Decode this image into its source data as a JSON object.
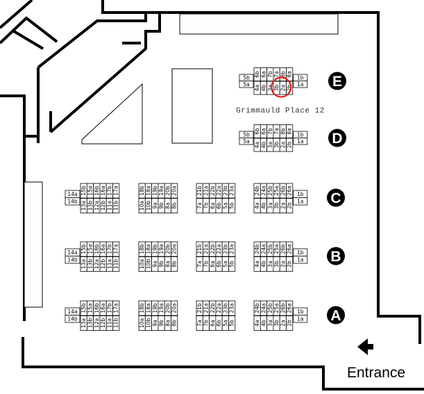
{
  "venue_note": "Grimmauld Place 12",
  "entrance_label": "Entrance",
  "entrance_arrow_icon": "arrow-left-icon",
  "highlighted_seat": {
    "row": "E",
    "seat": "2a"
  },
  "highlight_color": "#e32119",
  "rows": [
    {
      "name": "E",
      "blocks": [
        [
          "5a",
          "4a",
          "3a",
          "2a",
          "1a"
        ]
      ]
    },
    {
      "name": "D",
      "blocks": [
        [
          "5a",
          "4a",
          "3a",
          "2a",
          "1a"
        ]
      ]
    },
    {
      "name": "C",
      "blocks": []
    },
    {
      "name": "B",
      "blocks": []
    },
    {
      "name": "A",
      "blocks": []
    }
  ],
  "small_section": {
    "end_left": [
      "5b",
      "5a"
    ],
    "top": [
      "6b",
      "6a",
      "7b",
      "7a",
      "8b",
      "8a"
    ],
    "bottom": [
      "4a",
      "4b",
      "3a",
      "3b",
      "2a",
      "2b"
    ],
    "end_right": [
      "1b",
      "1a"
    ]
  },
  "large_section": {
    "end_left": [
      "14a",
      "14b"
    ],
    "block1_top": [
      "15b",
      "15a",
      "16b",
      "16a",
      "17b",
      "17a"
    ],
    "block1_bottom": [
      "13a",
      "13b",
      "12a",
      "12b",
      "11a",
      "11b"
    ],
    "block2_top": [
      "18b",
      "18a",
      "19b",
      "19a",
      "20b",
      "20a"
    ],
    "block2_bottom": [
      "10a",
      "10b",
      "9a",
      "9b",
      "8a",
      "8b"
    ],
    "block3_top": [
      "21b",
      "21a",
      "22b",
      "22a",
      "23b",
      "23a"
    ],
    "block3_bottom": [
      "7a",
      "7b",
      "6a",
      "6b",
      "5a",
      "5b"
    ],
    "block4_top": [
      "24b",
      "24a",
      "25b",
      "25a",
      "26b",
      "26a"
    ],
    "block4_bottom": [
      "4a",
      "4b",
      "3a",
      "3b",
      "2a",
      "2b"
    ],
    "end_right": [
      "1b",
      "1a"
    ]
  }
}
